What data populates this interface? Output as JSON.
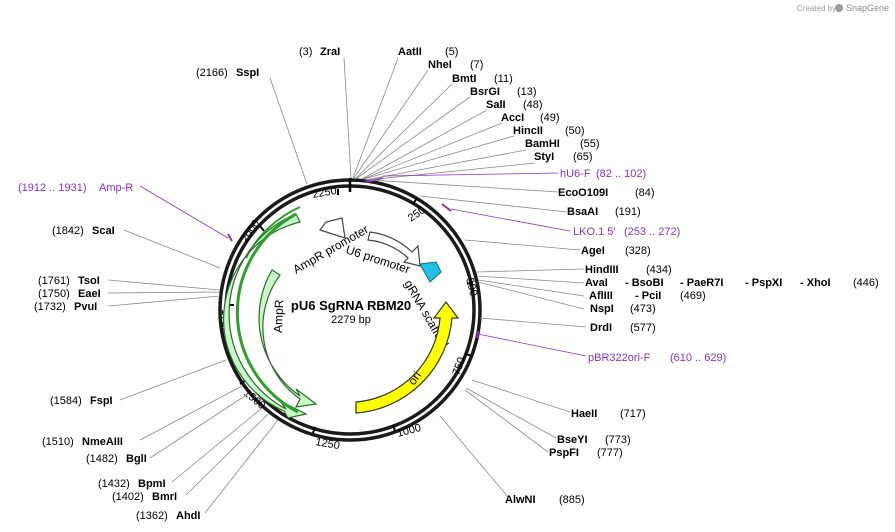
{
  "credit": {
    "created_by": "Created by",
    "brand": "SnapGene"
  },
  "plasmid": {
    "name": "pU6 SgRNA RBM20",
    "length_label": "2279 bp"
  },
  "colors": {
    "primer": "#8b2fc9",
    "ampr": "#c8f7c8",
    "ori": "#ffff00",
    "scaffold": "#20c0e8",
    "promoter": "#ffffff"
  },
  "ticks": [
    "250",
    "500",
    "750",
    "1000",
    "1250",
    "1500",
    "1750",
    "2000",
    "2250"
  ],
  "features": {
    "ampr": "AmpR",
    "ampr_promoter": "AmpR promoter",
    "u6_promoter": "U6 promoter",
    "grna_scaffold": "gRNA scaffold",
    "ori": "ori"
  },
  "sites": {
    "zrai": {
      "pos": "(3)",
      "name": "ZraI"
    },
    "sspi": {
      "pos": "(2166)",
      "name": "SspI"
    },
    "aatii": {
      "name": "AatII",
      "pos": "(5)"
    },
    "nhei": {
      "name": "NheI",
      "pos": "(7)"
    },
    "bmti": {
      "name": "BmtI",
      "pos": "(11)"
    },
    "bsrgi": {
      "name": "BsrGI",
      "pos": "(13)"
    },
    "sali": {
      "name": "SalI",
      "pos": "(48)"
    },
    "acci": {
      "name": "AccI",
      "pos": "(49)"
    },
    "hincii": {
      "name": "HincII",
      "pos": "(50)"
    },
    "bamhi": {
      "name": "BamHI",
      "pos": "(55)"
    },
    "styi": {
      "name": "StyI",
      "pos": "(65)"
    },
    "eco0109i": {
      "name": "EcoO109I",
      "pos": "(84)"
    },
    "bsaai": {
      "name": "BsaAI",
      "pos": "(191)"
    },
    "agei": {
      "name": "AgeI",
      "pos": "(328)"
    },
    "hindiii": {
      "name": "HindIII",
      "pos": "(434)"
    },
    "avai_group": {
      "n1": "AvaI",
      "n2": "BsoBI",
      "n3": "PaeR7I",
      "n4": "PspXI",
      "n5": "XhoI",
      "pos": "(446)"
    },
    "afliii_group": {
      "n1": "AflIII",
      "n2": "PciI",
      "pos": "(469)"
    },
    "nspi": {
      "name": "NspI",
      "pos": "(473)"
    },
    "drdi": {
      "name": "DrdI",
      "pos": "(577)"
    },
    "haeii": {
      "name": "HaeII",
      "pos": "(717)"
    },
    "bseyi": {
      "name": "BseYI",
      "pos": "(773)"
    },
    "pspfi": {
      "name": "PspFI",
      "pos": "(777)"
    },
    "alwni": {
      "name": "AlwNI",
      "pos": "(885)"
    },
    "scai": {
      "pos": "(1842)",
      "name": "ScaI"
    },
    "tsoi": {
      "pos": "(1761)",
      "name": "TsoI"
    },
    "eaei": {
      "pos": "(1750)",
      "name": "EaeI"
    },
    "pvui": {
      "pos": "(1732)",
      "name": "PvuI"
    },
    "fspi": {
      "pos": "(1584)",
      "name": "FspI"
    },
    "nmeaiii": {
      "pos": "(1510)",
      "name": "NmeAIII"
    },
    "bgli": {
      "pos": "(1482)",
      "name": "BglI"
    },
    "bpmi": {
      "pos": "(1432)",
      "name": "BpmI"
    },
    "bmri": {
      "pos": "(1402)",
      "name": "BmrI"
    },
    "ahdi": {
      "pos": "(1362)",
      "name": "AhdI"
    }
  },
  "primers": {
    "hu6f": {
      "name": "hU6-F",
      "range": "(82 .. 102)"
    },
    "ampr": {
      "range": "(1912 .. 1931)",
      "name": "Amp-R"
    },
    "lko": {
      "name": "LKO.1 5'",
      "range": "(253 .. 272)"
    },
    "pbr": {
      "name": "pBR322ori-F",
      "range": "(610 .. 629)"
    }
  }
}
